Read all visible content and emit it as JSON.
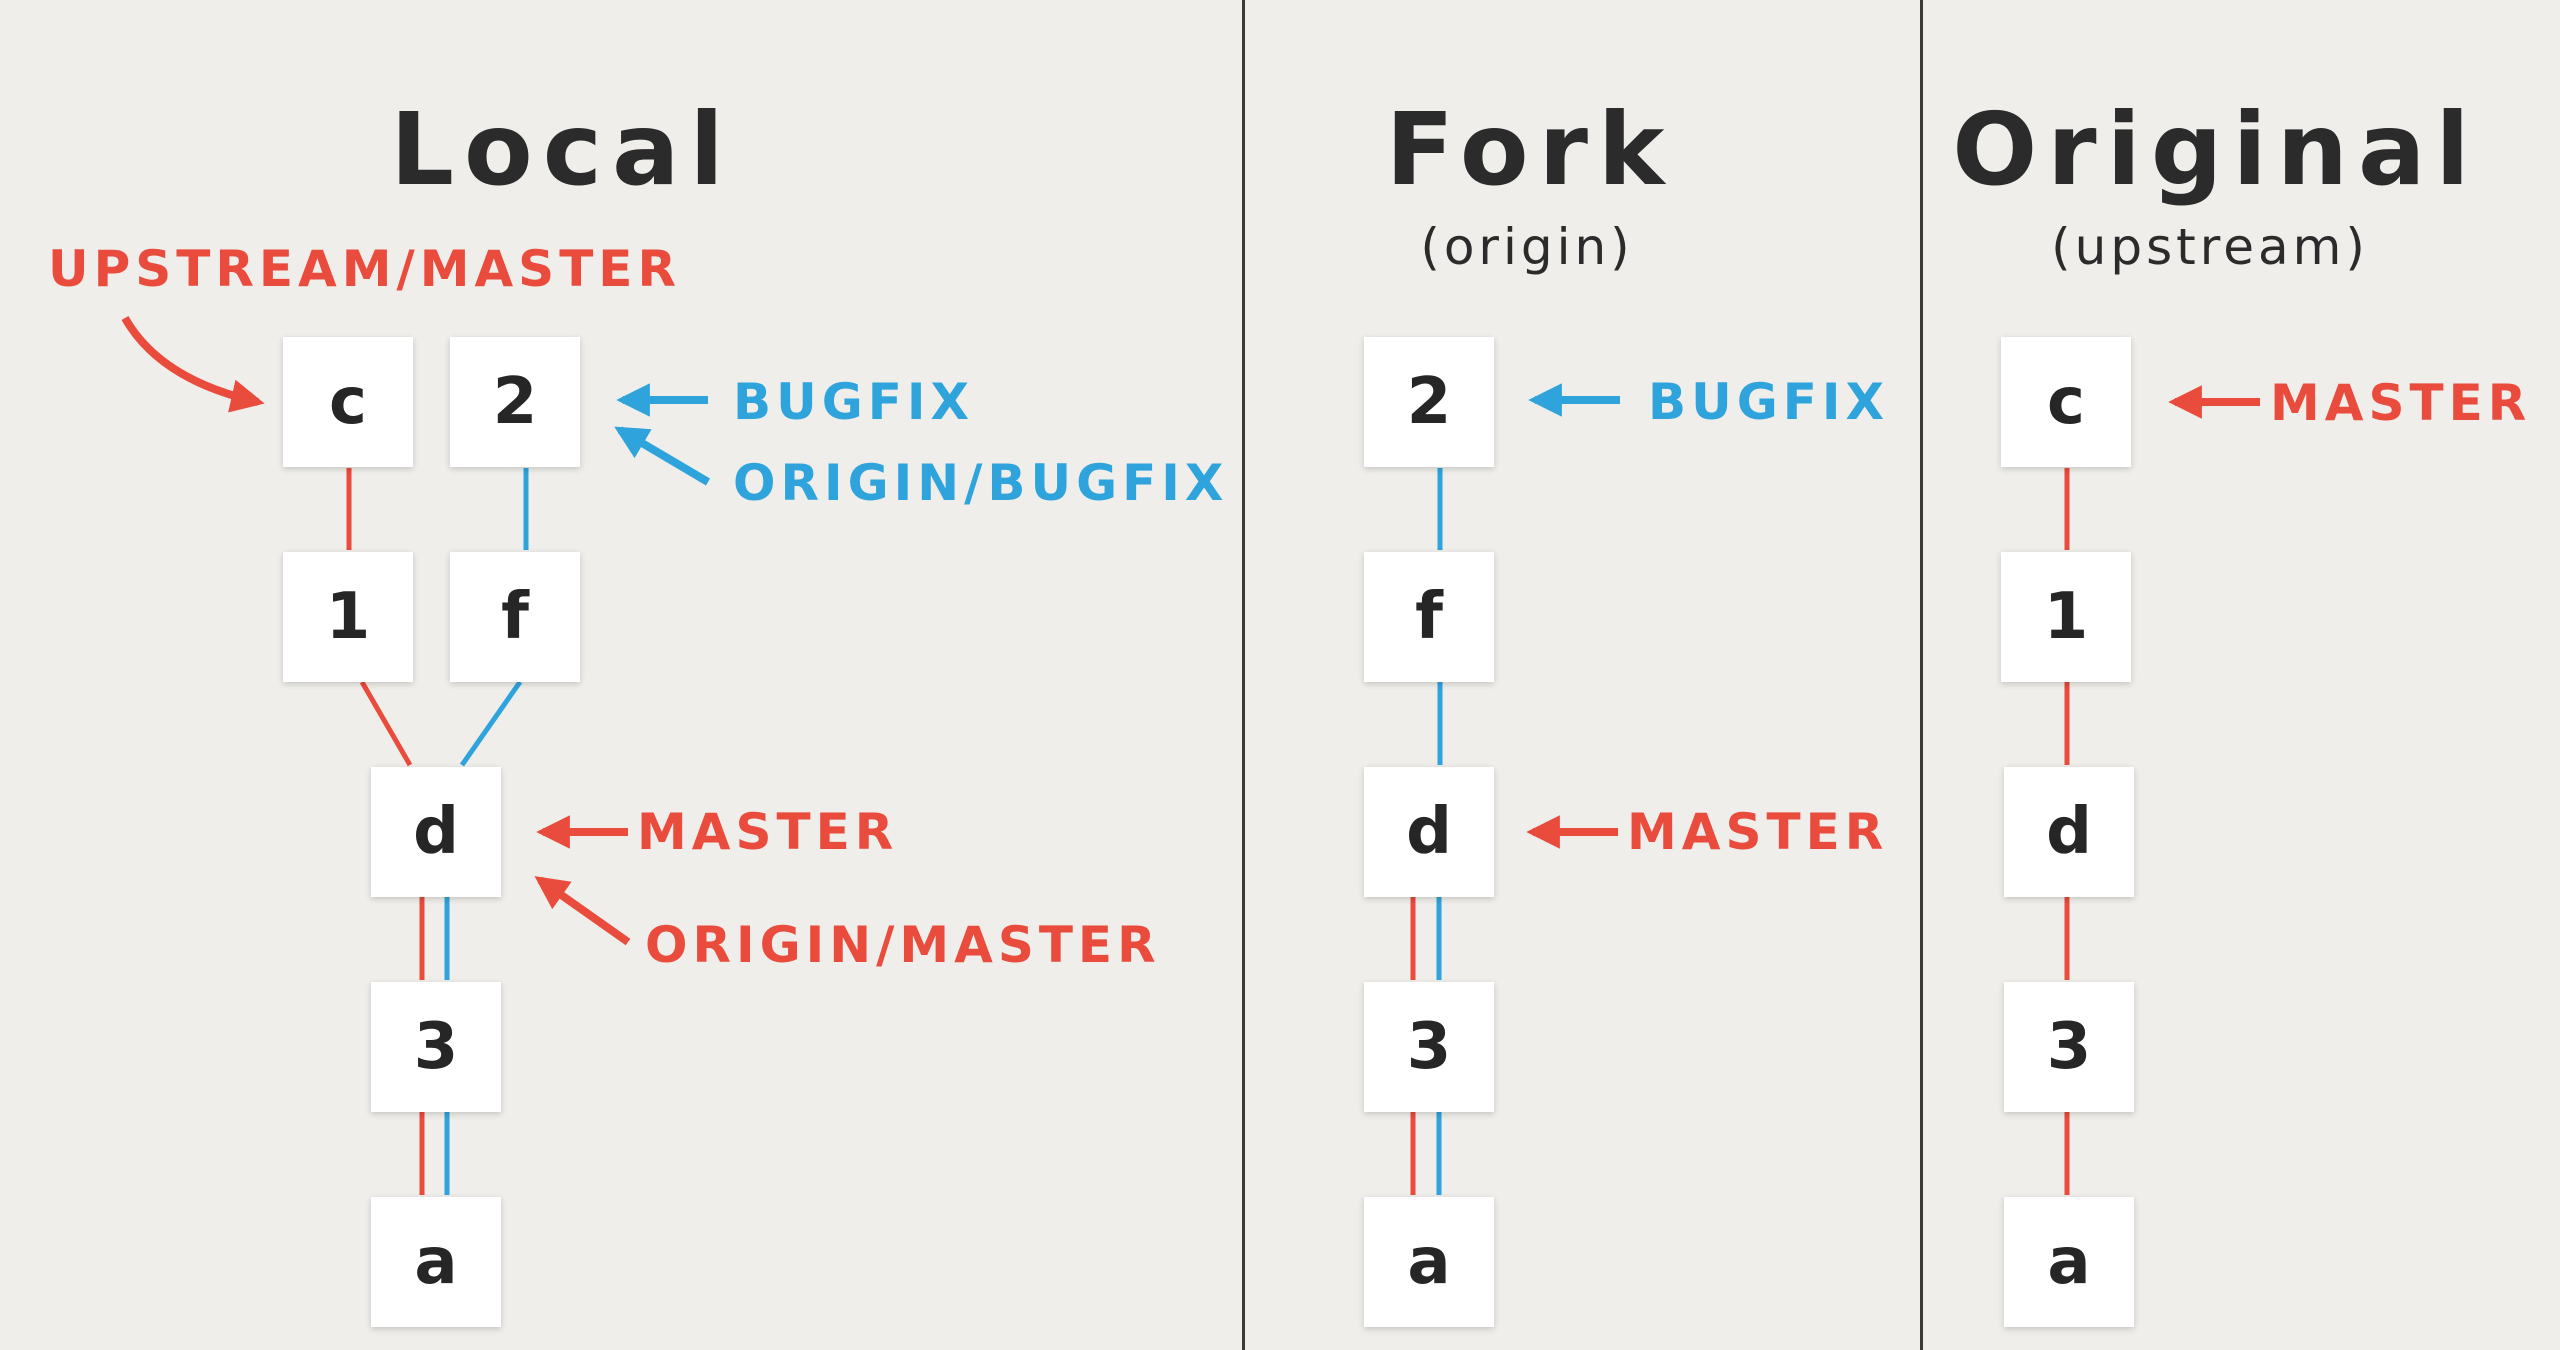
{
  "colors": {
    "red": "#e94b3c",
    "blue": "#2fa3dc",
    "background": "#efeeea",
    "text": "#2b2b2b"
  },
  "panels": {
    "local": {
      "title": "Local"
    },
    "fork": {
      "title": "Fork",
      "subtitle": "(origin)"
    },
    "original": {
      "title": "Original",
      "subtitle": "(upstream)"
    }
  },
  "commits": {
    "local_c": "c",
    "local_2": "2",
    "local_1": "1",
    "local_f": "f",
    "local_d": "d",
    "local_3": "3",
    "local_a": "a",
    "fork_2": "2",
    "fork_f": "f",
    "fork_d": "d",
    "fork_3": "3",
    "fork_a": "a",
    "orig_c": "c",
    "orig_1": "1",
    "orig_d": "d",
    "orig_3": "3",
    "orig_a": "a"
  },
  "refs": {
    "local_upstream_master": "UPSTREAM/MASTER",
    "local_bugfix": "BUGFIX",
    "local_origin_bugfix": "ORIGIN/BUGFIX",
    "local_master": "MASTER",
    "local_origin_master": "ORIGIN/MASTER",
    "fork_bugfix": "BUGFIX",
    "fork_master": "MASTER",
    "orig_master": "MASTER"
  }
}
